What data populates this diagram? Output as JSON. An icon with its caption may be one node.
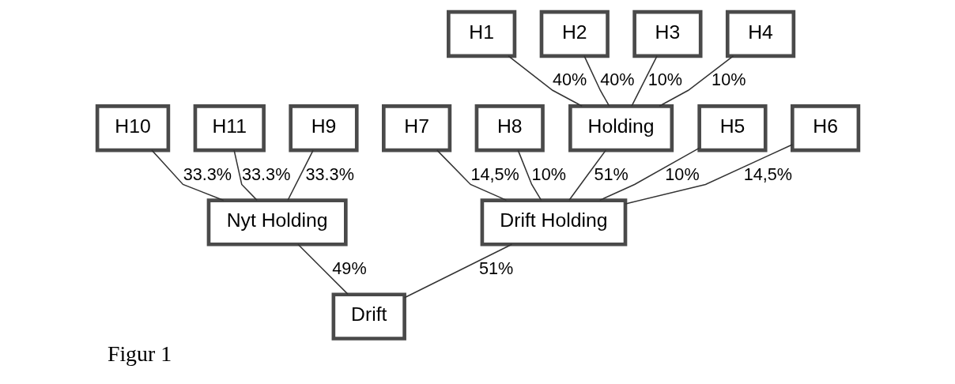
{
  "diagram": {
    "caption": "Figur 1",
    "nodes": [
      {
        "text": [
          "H1"
        ]
      },
      {
        "text": [
          "H2"
        ]
      },
      {
        "text": [
          "H3"
        ]
      },
      {
        "text": [
          "H4"
        ]
      },
      {
        "text": [
          "H5"
        ]
      },
      {
        "text": [
          "H6"
        ]
      },
      {
        "text": [
          "H7"
        ]
      },
      {
        "text": [
          "H8"
        ]
      },
      {
        "text": [
          "Holding"
        ]
      },
      {
        "text": [
          "H9"
        ]
      },
      {
        "text": [
          "H10"
        ]
      },
      {
        "text": [
          "H11"
        ]
      },
      {
        "text": [
          "Drift Holding"
        ]
      },
      {
        "text": [
          "Nyt Holding"
        ]
      },
      {
        "text": [
          "Drift"
        ]
      }
    ],
    "edges": [
      {
        "from": 0,
        "to": 8,
        "arrow": "none",
        "label": "40%"
      },
      {
        "from": 1,
        "to": 8,
        "arrow": "none",
        "label": "40%"
      },
      {
        "from": 2,
        "to": 8,
        "arrow": "none",
        "label": "10%"
      },
      {
        "from": 3,
        "to": 8,
        "arrow": "none",
        "label": "10%"
      },
      {
        "from": 4,
        "to": 12,
        "arrow": "none",
        "label": "10%"
      },
      {
        "from": 5,
        "to": 12,
        "arrow": "none",
        "label": "14,5%"
      },
      {
        "from": 6,
        "to": 12,
        "arrow": "none",
        "label": "14,5%"
      },
      {
        "from": 7,
        "to": 12,
        "arrow": "none",
        "label": "10%"
      },
      {
        "from": 8,
        "to": 12,
        "arrow": "none",
        "label": "51%"
      },
      {
        "from": 9,
        "to": 13,
        "arrow": "none",
        "label": "33.3%"
      },
      {
        "from": 10,
        "to": 13,
        "arrow": "none",
        "label": "33.3%"
      },
      {
        "from": 11,
        "to": 13,
        "arrow": "none",
        "label": "33.3%"
      },
      {
        "from": 12,
        "to": 14,
        "arrow": "none",
        "label": "51%"
      },
      {
        "from": 13,
        "to": 14,
        "arrow": "none",
        "label": "49%"
      }
    ]
  }
}
